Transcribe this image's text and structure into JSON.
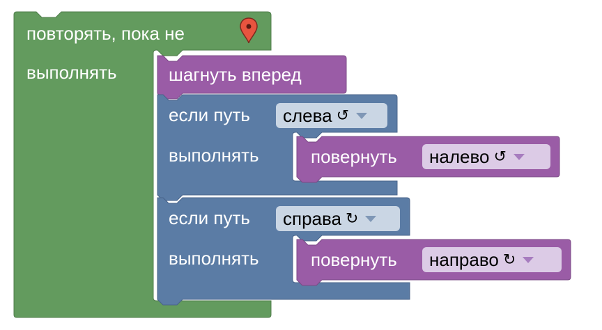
{
  "colors": {
    "loop": "#639b5e",
    "if": "#5b7ca5",
    "action": "#9a5ca6"
  },
  "repeat_block": {
    "title": "повторять, пока не",
    "marker_icon": "map-pin-icon",
    "do_label": "выполнять"
  },
  "move_block": {
    "label": "шагнуть вперед"
  },
  "if_left": {
    "label": "если путь",
    "dropdown_value": "слева",
    "dropdown_icon": "↺",
    "do_label": "выполнять",
    "turn": {
      "label": "повернуть",
      "dropdown_value": "налево",
      "dropdown_icon": "↺"
    }
  },
  "if_right": {
    "label": "если путь",
    "dropdown_value": "справа",
    "dropdown_icon": "↻",
    "do_label": "выполнять",
    "turn": {
      "label": "повернуть",
      "dropdown_value": "направо",
      "dropdown_icon": "↻"
    }
  }
}
